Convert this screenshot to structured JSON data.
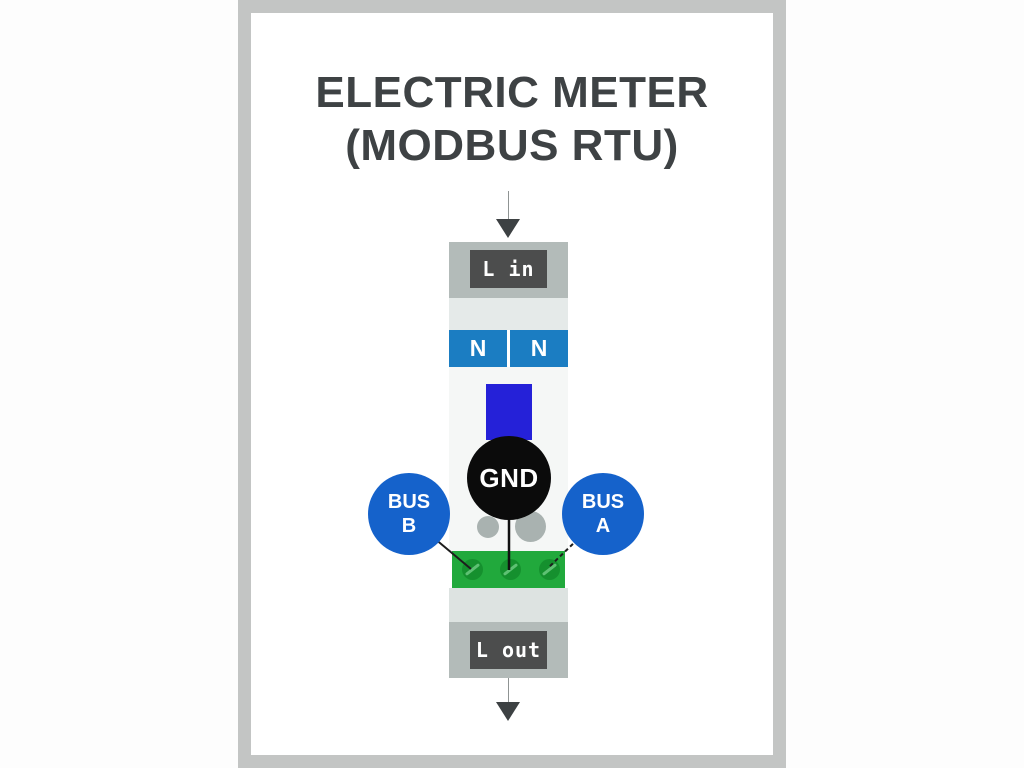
{
  "title": {
    "line1": "ELECTRIC METER",
    "line2": "(MODBUS RTU)"
  },
  "meter": {
    "input_label": "L in",
    "output_label": "L out",
    "neutral_terminals": [
      "N",
      "N"
    ],
    "ground_label": "GND",
    "bus_b_line1": "BUS",
    "bus_b_line2": "B",
    "bus_a_line1": "BUS",
    "bus_a_line2": "A"
  },
  "colors": {
    "card_border": "#c3c5c4",
    "title_text": "#3e4244",
    "terminal_block_gray": "#b3bbb9",
    "label_box_dark": "#4c4d4d",
    "neutral_blue": "#1b7dc2",
    "wire_blue": "#2521d8",
    "ground_black": "#0b0b0b",
    "bus_blue": "#1562cb",
    "terminal_green": "#21a93c",
    "screw_green": "#15902e",
    "arrow_dark": "#3d4143"
  }
}
